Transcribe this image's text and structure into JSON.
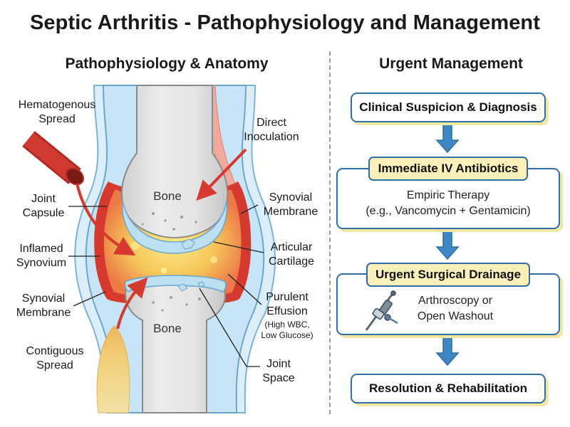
{
  "title": "Septic Arthritis - Pathophysiology and Management",
  "left": {
    "heading": "Pathophysiology & Anatomy",
    "labels": {
      "hematogenous": [
        "Hematogenous",
        "Spread"
      ],
      "direct": [
        "Direct",
        "Inoculation"
      ],
      "joint_capsule": [
        "Joint",
        "Capsule"
      ],
      "inflamed_synovium": [
        "Inflamed",
        "Synovium"
      ],
      "synovial_membrane_left": [
        "Synovial",
        "Membrane"
      ],
      "contiguous": [
        "Contiguous",
        "Spread"
      ],
      "synovial_membrane_right": [
        "Synovial",
        "Membrane"
      ],
      "articular_cartilage": [
        "Articular",
        "Cartilage"
      ],
      "purulent_effusion": [
        "Purulent",
        "Effusion"
      ],
      "purulent_note": [
        "(High WBC,",
        "Low Glucose)"
      ],
      "joint_space": [
        "Joint",
        "Space"
      ],
      "bone_top": "Bone",
      "bone_bottom": "Bone"
    }
  },
  "right": {
    "heading": "Urgent Management",
    "step1": "Clinical Suspicion & Diagnosis",
    "step2": {
      "title": "Immediate IV Antibiotics",
      "line1": "Empiric Therapy",
      "line2": "(e.g., Vancomycin + Gentamicin)"
    },
    "step3": {
      "title": "Urgent Surgical Drainage",
      "line1": "Arthroscopy or",
      "line2": "Open Washout"
    },
    "step4": "Resolution & Rehabilitation"
  },
  "colors": {
    "accent_blue": "#2f6fa6",
    "inflamed_red": "#d63a2f",
    "pus_yellow": "#f3d35a",
    "cartilage_blue": "#bcdff2",
    "shadow_yellow": "#f2e7a2"
  },
  "icons": {
    "arthroscope": "arthroscope-icon",
    "flow_arrow": "down-arrow-icon"
  }
}
